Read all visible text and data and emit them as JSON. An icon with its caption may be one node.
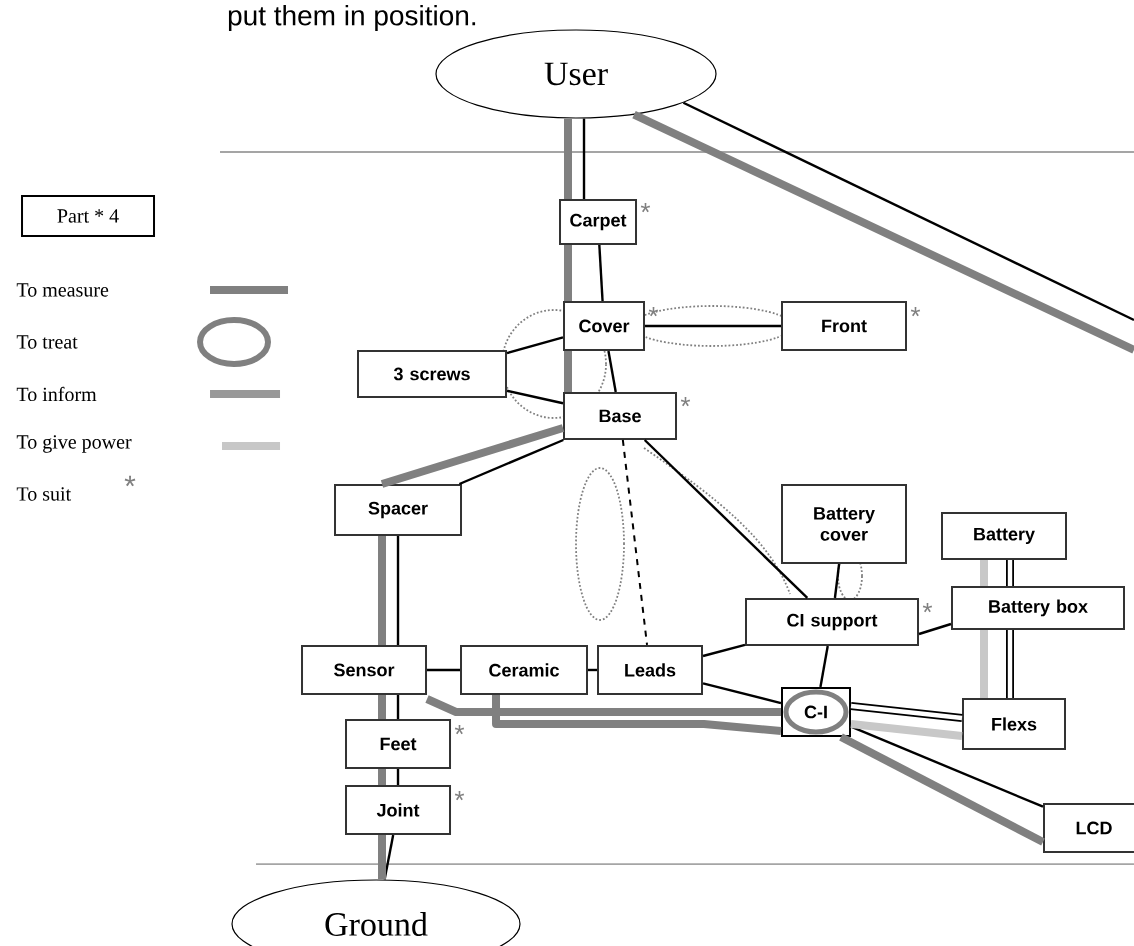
{
  "diagram": {
    "nodes": [
      {
        "text": [
          "User"
        ]
      },
      {
        "text": [
          "Part * 4"
        ]
      },
      {
        "text": [
          "Carpet"
        ],
        "beside": [
          "*"
        ]
      },
      {
        "text": [
          "Cover"
        ],
        "beside": [
          "*"
        ]
      },
      {
        "text": [
          "Front"
        ],
        "beside": [
          "*"
        ]
      },
      {
        "text": [
          "3 screws"
        ]
      },
      {
        "text": [
          "Base"
        ],
        "beside": [
          "*"
        ]
      },
      {
        "text": [
          "Spacer"
        ]
      },
      {
        "text": [
          "Battery cover"
        ]
      },
      {
        "text": [
          "Battery"
        ]
      },
      {
        "text": [
          "CI support"
        ],
        "beside": [
          "*"
        ]
      },
      {
        "text": [
          "Battery box"
        ]
      },
      {
        "text": [
          "Sensor"
        ]
      },
      {
        "text": [
          "Ceramic"
        ]
      },
      {
        "text": [
          "Leads"
        ]
      },
      {
        "text": [
          "C-I"
        ]
      },
      {
        "text": [
          "Flexs"
        ]
      },
      {
        "text": [
          "Feet"
        ],
        "beside": [
          "*"
        ]
      },
      {
        "text": [
          "Joint"
        ],
        "beside": [
          "*"
        ]
      },
      {
        "text": [
          "LCD"
        ]
      },
      {
        "text": [
          "Ground"
        ]
      }
    ],
    "edges": [
      {
        "from": 0,
        "to": 2,
        "arrow": "none"
      },
      {
        "from": 2,
        "to": 3,
        "arrow": "none"
      },
      {
        "from": 3,
        "to": 6,
        "arrow": "none"
      },
      {
        "from": 3,
        "to": 4,
        "arrow": "none"
      },
      {
        "from": 5,
        "to": 3,
        "arrow": "none"
      },
      {
        "from": 5,
        "to": 6,
        "arrow": "none"
      },
      {
        "from": 6,
        "to": 7,
        "arrow": "none"
      },
      {
        "from": 7,
        "to": 12,
        "arrow": "none"
      },
      {
        "from": 12,
        "to": 13,
        "arrow": "none"
      },
      {
        "from": 13,
        "to": 14,
        "arrow": "none"
      },
      {
        "from": 12,
        "to": 17,
        "arrow": "none"
      },
      {
        "from": 17,
        "to": 18,
        "arrow": "none"
      },
      {
        "from": 18,
        "to": 20,
        "arrow": "none"
      },
      {
        "from": 6,
        "to": 14,
        "arrow": "none",
        "style": "dashed"
      },
      {
        "from": 6,
        "to": 10,
        "arrow": "none"
      },
      {
        "from": 14,
        "to": 10,
        "arrow": "none"
      },
      {
        "from": 14,
        "to": 15,
        "arrow": "none"
      },
      {
        "from": 10,
        "to": 8,
        "arrow": "none"
      },
      {
        "from": 10,
        "to": 11,
        "arrow": "none"
      },
      {
        "from": 10,
        "to": 15,
        "arrow": "none"
      },
      {
        "from": 15,
        "to": 16,
        "arrow": "none",
        "style": "thick"
      },
      {
        "from": 9,
        "to": 11,
        "arrow": "none",
        "style": "thick"
      },
      {
        "from": 11,
        "to": 16,
        "arrow": "none",
        "style": "thick"
      },
      {
        "from": 15,
        "to": 19,
        "arrow": "none"
      },
      {
        "from": 0,
        "to": null,
        "arrow": "none"
      },
      {
        "from": 0,
        "to": 2,
        "arrow": "none",
        "style": "thick",
        "color": "#808080"
      },
      {
        "from": 2,
        "to": 3,
        "arrow": "none",
        "style": "thick",
        "color": "#808080"
      },
      {
        "from": 3,
        "to": 6,
        "arrow": "none",
        "style": "thick",
        "color": "#808080"
      },
      {
        "from": 6,
        "to": 7,
        "arrow": "none",
        "style": "thick",
        "color": "#808080"
      },
      {
        "from": 7,
        "to": 12,
        "arrow": "none",
        "style": "thick",
        "color": "#808080"
      },
      {
        "from": 12,
        "to": 17,
        "arrow": "none",
        "style": "thick",
        "color": "#808080"
      },
      {
        "from": 17,
        "to": 18,
        "arrow": "none",
        "style": "thick",
        "color": "#808080"
      },
      {
        "from": 18,
        "to": 20,
        "arrow": "none",
        "style": "thick",
        "color": "#808080"
      },
      {
        "from": 12,
        "to": 15,
        "arrow": "none",
        "style": "thick",
        "color": "#808080"
      },
      {
        "from": 13,
        "to": 15,
        "arrow": "none",
        "style": "thick",
        "color": "#808080"
      },
      {
        "from": 15,
        "to": 19,
        "arrow": "none",
        "style": "thick",
        "color": "#808080"
      },
      {
        "from": 0,
        "to": null,
        "arrow": "none",
        "style": "thick",
        "color": "#808080"
      },
      {
        "from": 9,
        "to": 11,
        "arrow": "none",
        "style": "thick",
        "color": "#c8c8c8"
      },
      {
        "from": 11,
        "to": 16,
        "arrow": "none",
        "style": "thick",
        "color": "#c8c8c8"
      },
      {
        "from": 15,
        "to": 16,
        "arrow": "none",
        "style": "thick",
        "color": "#c8c8c8"
      }
    ],
    "labels": [
      "put them in position.",
      "*"
    ],
    "legend": [
      {
        "text": "To measure"
      },
      {
        "text": "To treat"
      },
      {
        "text": "To inform"
      },
      {
        "text": "To give power"
      },
      {
        "text": "To suit"
      }
    ]
  }
}
